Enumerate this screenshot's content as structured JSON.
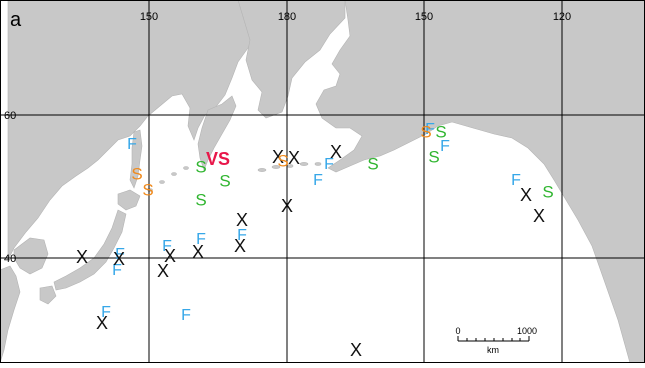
{
  "panel_label": "a",
  "colors": {
    "land": "#c8c8c8",
    "water": "#ffffff",
    "grid": "#000000",
    "S_orange": "#f08a1c",
    "S_green": "#2fb52f",
    "F_blue": "#36a7e8",
    "VS_red": "#e8174a",
    "X_black": "#111111"
  },
  "graticule": {
    "longitude_labels": [
      "150",
      "180",
      "150",
      "120"
    ],
    "latitude_labels": [
      "60",
      "40"
    ]
  },
  "scale_bar": {
    "start_label": "0",
    "end_label": "1000",
    "unit_label": "km"
  },
  "markers": [
    {
      "text": "F",
      "color_key": "F_blue"
    },
    {
      "text": "S",
      "color_key": "S_orange"
    },
    {
      "text": "S",
      "color_key": "S_orange"
    },
    {
      "text": "X",
      "color_key": "X_black"
    },
    {
      "text": "F",
      "color_key": "F_blue"
    },
    {
      "text": "F",
      "color_key": "F_blue"
    },
    {
      "text": "F",
      "color_key": "F_blue"
    },
    {
      "text": "X",
      "color_key": "X_black"
    },
    {
      "text": "F",
      "color_key": "F_blue"
    },
    {
      "text": "X",
      "color_key": "X_black"
    },
    {
      "text": "X",
      "color_key": "X_black"
    },
    {
      "text": "F",
      "color_key": "F_blue"
    },
    {
      "text": "X",
      "color_key": "X_black"
    },
    {
      "text": "F",
      "color_key": "F_blue"
    },
    {
      "text": "X",
      "color_key": "X_black"
    },
    {
      "text": "F",
      "color_key": "F_blue"
    },
    {
      "text": "VS",
      "color_key": "VS_red"
    },
    {
      "text": "S",
      "color_key": "S_green"
    },
    {
      "text": "S",
      "color_key": "S_green"
    },
    {
      "text": "S",
      "color_key": "S_green"
    },
    {
      "text": "X",
      "color_key": "X_black"
    },
    {
      "text": "F",
      "color_key": "F_blue"
    },
    {
      "text": "X",
      "color_key": "X_black"
    },
    {
      "text": "X",
      "color_key": "X_black"
    },
    {
      "text": "S",
      "color_key": "S_orange"
    },
    {
      "text": "X",
      "color_key": "X_black"
    },
    {
      "text": "X",
      "color_key": "X_black"
    },
    {
      "text": "F",
      "color_key": "F_blue"
    },
    {
      "text": "F",
      "color_key": "F_blue"
    },
    {
      "text": "X",
      "color_key": "X_black"
    },
    {
      "text": "S",
      "color_key": "S_green"
    },
    {
      "text": "S",
      "color_key": "S_orange"
    },
    {
      "text": "S",
      "color_key": "S_green"
    },
    {
      "text": "S",
      "color_key": "S_green"
    },
    {
      "text": "F",
      "color_key": "F_blue"
    },
    {
      "text": "F",
      "color_key": "F_blue"
    },
    {
      "text": "X",
      "color_key": "X_black"
    },
    {
      "text": "S",
      "color_key": "S_green"
    },
    {
      "text": "X",
      "color_key": "X_black"
    },
    {
      "text": "X",
      "color_key": "X_black"
    }
  ]
}
